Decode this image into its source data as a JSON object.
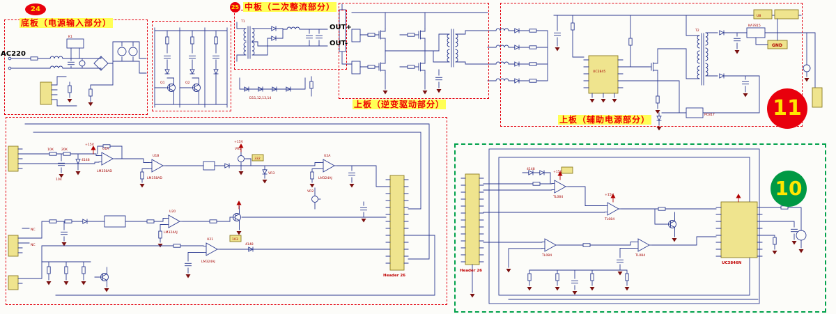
{
  "badges": {
    "b24": "24",
    "b25": "25",
    "b11": "11",
    "b10": "10"
  },
  "section_labels": {
    "bottom_board": "底板（电源输入部分）",
    "middle_board": "中板（二次整流部分）",
    "drive_board": "上板（逆变驱动部分）",
    "aux_board": "上板（辅助电源部分）"
  },
  "io_labels": {
    "ac_input": "AC220",
    "out_pos": "OUT+",
    "out_neg": "OUT-"
  },
  "connectors": {
    "header_left": "Header 26",
    "header_right": "Header 26"
  },
  "refs": [
    "K1",
    "T1",
    "T2",
    "D11,12,13,14",
    "4148",
    "4148",
    "4148",
    "U1A",
    "LM358AD",
    "U1B",
    "LM358AD",
    "U2A",
    "LM324AJ",
    "U20",
    "LM324AJ",
    "U21",
    "LM324AJ",
    "TL084",
    "TL084",
    "TL084",
    "TL084",
    "UC3846N",
    "UC2845",
    "PC817",
    "KA7815",
    "GND",
    "VR1",
    "VR2",
    "VR3",
    "NC",
    "NC",
    "+15V",
    "+15V",
    "+15V",
    "+15V",
    "Q1",
    "Q2",
    "U8",
    "332",
    "103",
    "20K",
    "10K",
    "104"
  ]
}
